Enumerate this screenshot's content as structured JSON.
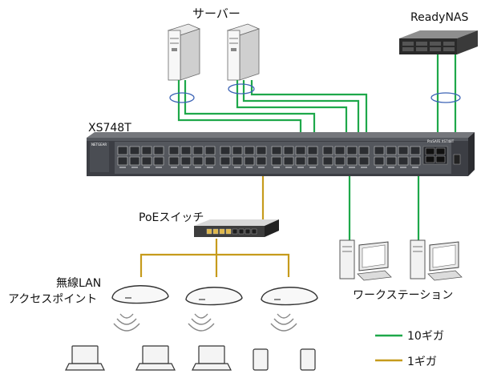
{
  "labels": {
    "servers": "サーバー",
    "nas": "ReadyNAS",
    "switch": "XS748T",
    "poe_switch": "PoEスイッチ",
    "access_points_line1": "無線LAN",
    "access_points_line2": "アクセスポイント",
    "workstations": "ワークステーション",
    "switch_brand": "NETGEAR",
    "switch_model_badge": "ProSAFE XS748T"
  },
  "legend": {
    "ten_gig": "10ギガ",
    "one_gig": "1ギガ"
  },
  "colors": {
    "ten_gig": "#1ea84a",
    "one_gig": "#c69b1c",
    "bundle_ring": "#3b63b5",
    "switch_body": "#3c3e44",
    "switch_front": "#54575d"
  }
}
